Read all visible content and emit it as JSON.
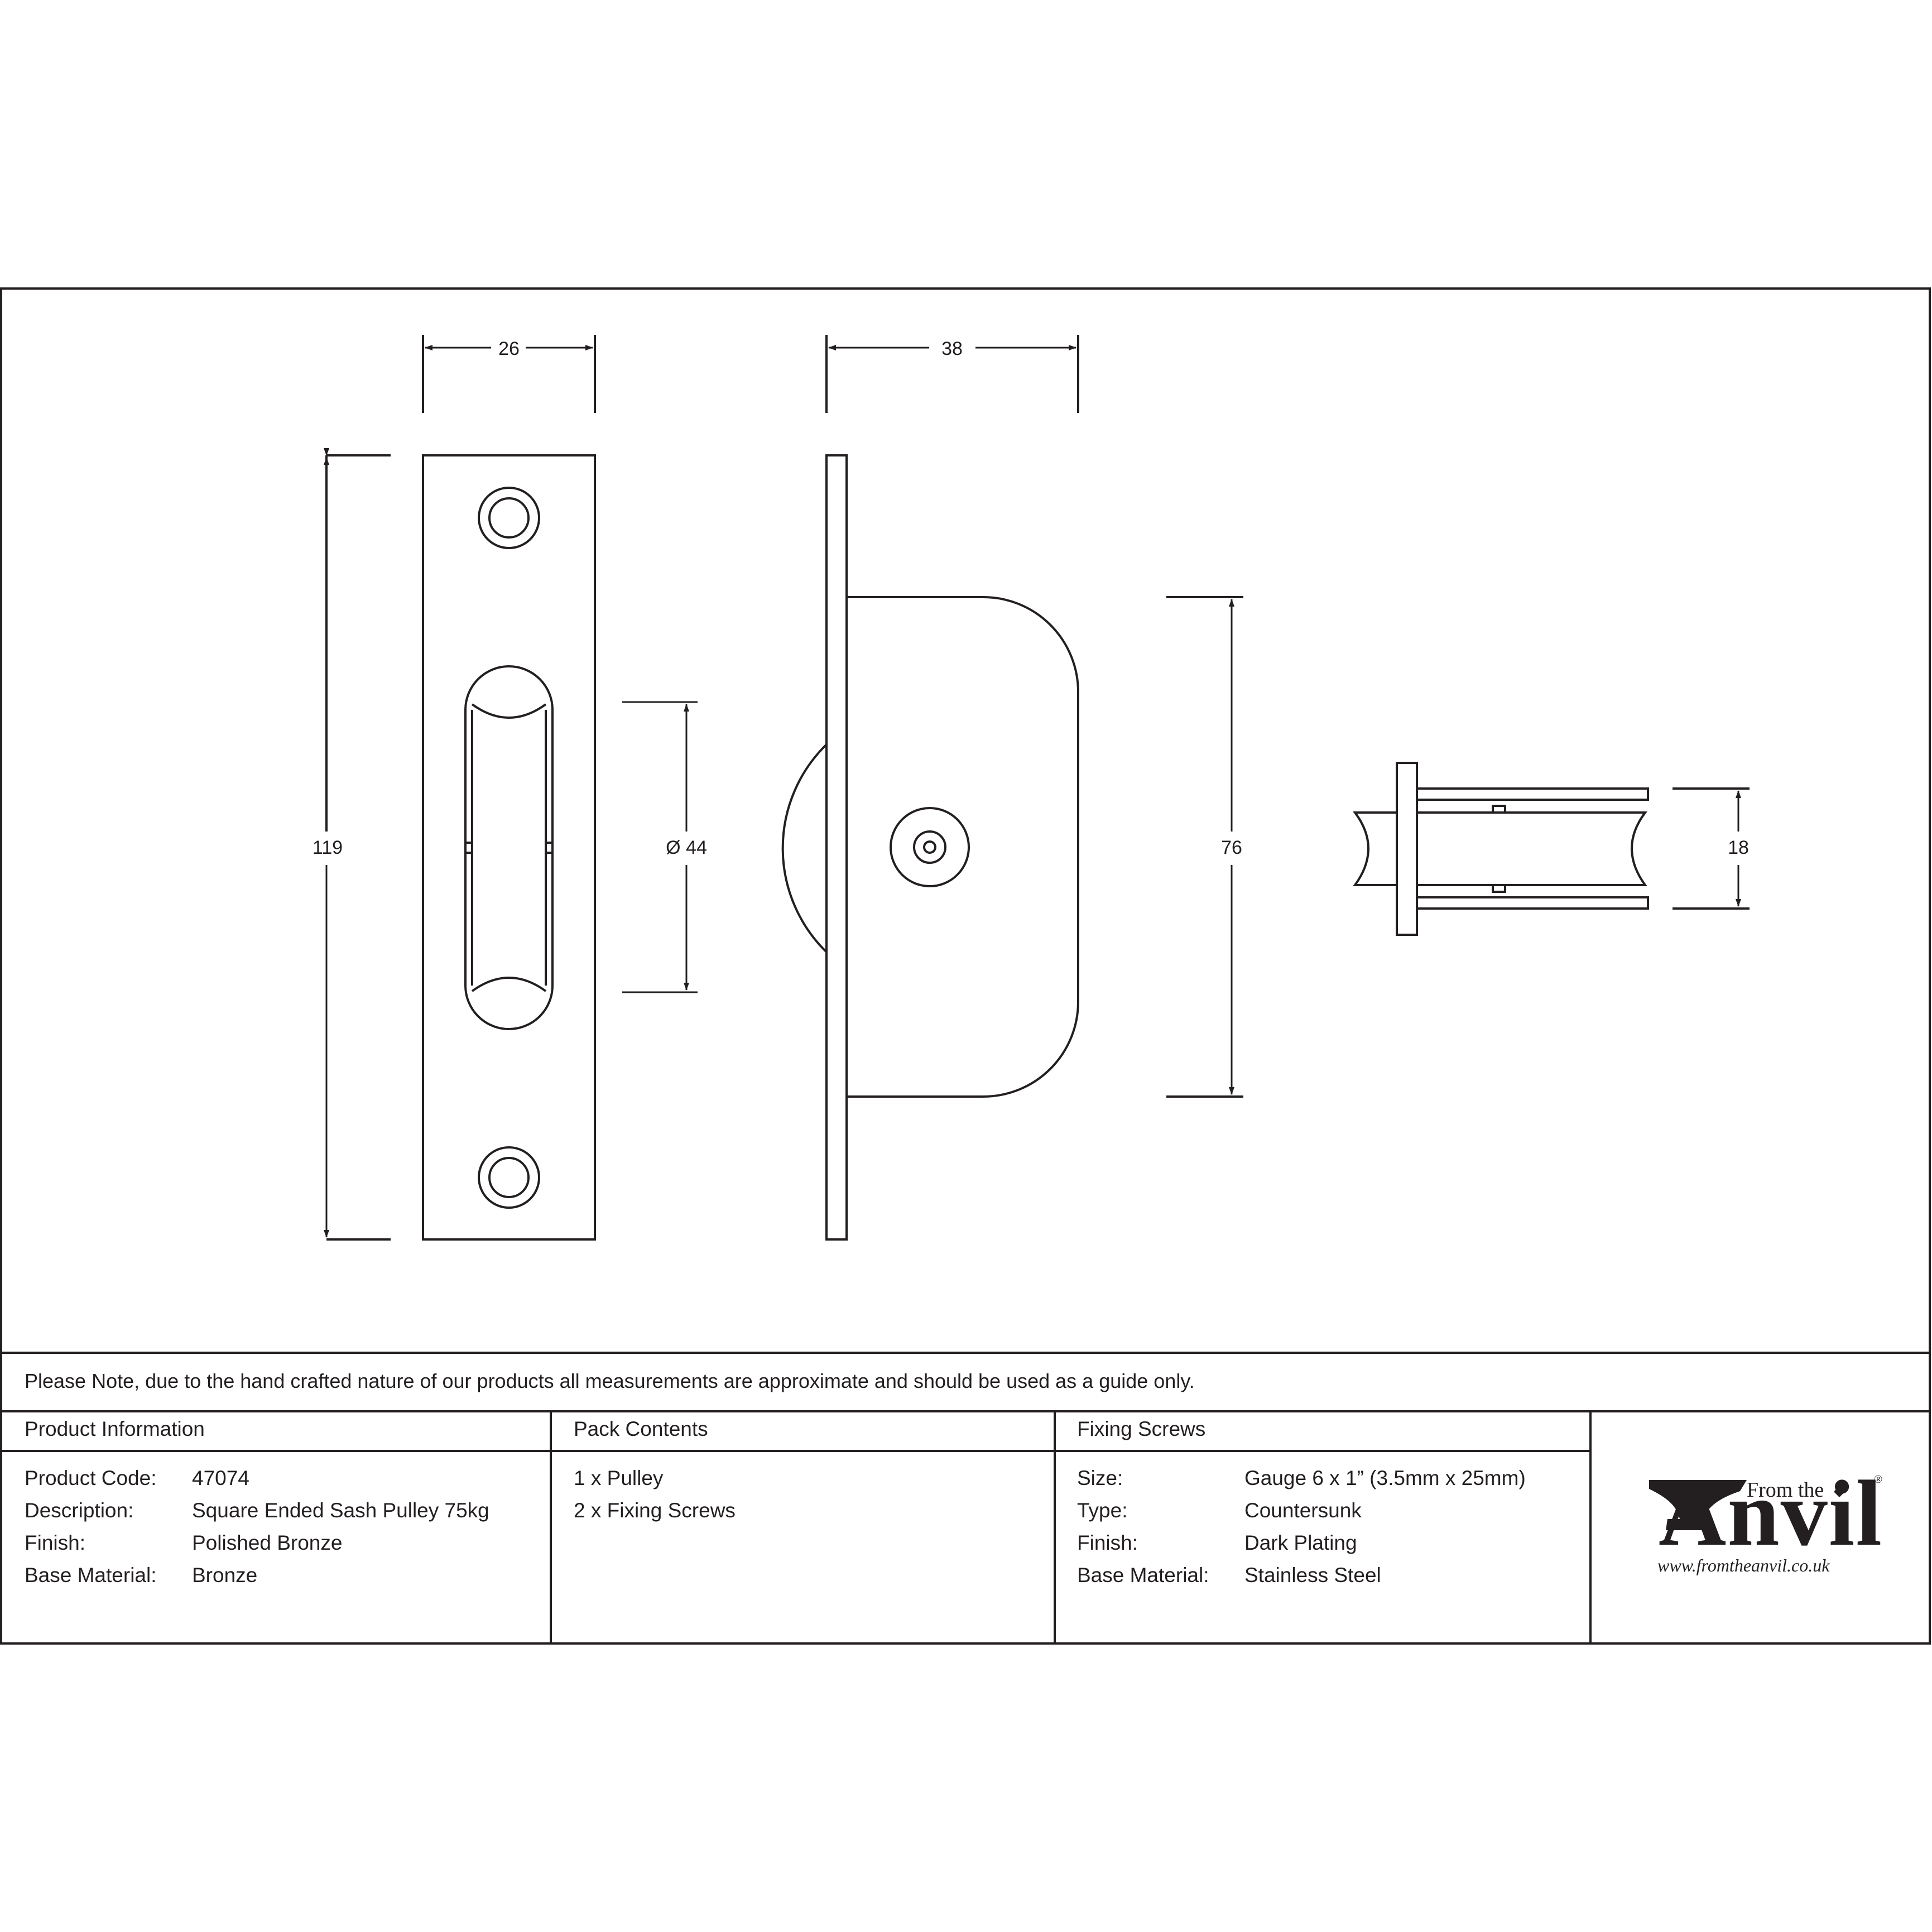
{
  "drawing": {
    "dimensions": {
      "front_width": "26",
      "side_depth": "38",
      "front_height": "119",
      "wheel_diameter": "Ø 44",
      "case_height": "76",
      "wheel_width": "18"
    }
  },
  "note": "Please Note, due to the hand crafted nature of our products all measurements are approximate and should be used as a guide only.",
  "product_information": {
    "title": "Product Information",
    "rows": [
      {
        "label": "Product Code:",
        "value": "47074"
      },
      {
        "label": "Description:",
        "value": "Square Ended Sash Pulley 75kg"
      },
      {
        "label": "Finish:",
        "value": "Polished Bronze"
      },
      {
        "label": "Base Material:",
        "value": "Bronze"
      }
    ]
  },
  "pack_contents": {
    "title": "Pack Contents",
    "items": [
      "1 x Pulley",
      "2 x Fixing Screws"
    ]
  },
  "fixing_screws": {
    "title": "Fixing Screws",
    "rows": [
      {
        "label": "Size:",
        "value": "Gauge 6 x 1” (3.5mm x 25mm)"
      },
      {
        "label": "Type:",
        "value": "Countersunk"
      },
      {
        "label": "Finish:",
        "value": "Dark Plating"
      },
      {
        "label": "Base Material:",
        "value": "Stainless Steel"
      }
    ]
  },
  "logo": {
    "from_the": "From the",
    "registered": "®",
    "wordmark": "Anvil",
    "url": "www.fromtheanvil.co.uk"
  }
}
